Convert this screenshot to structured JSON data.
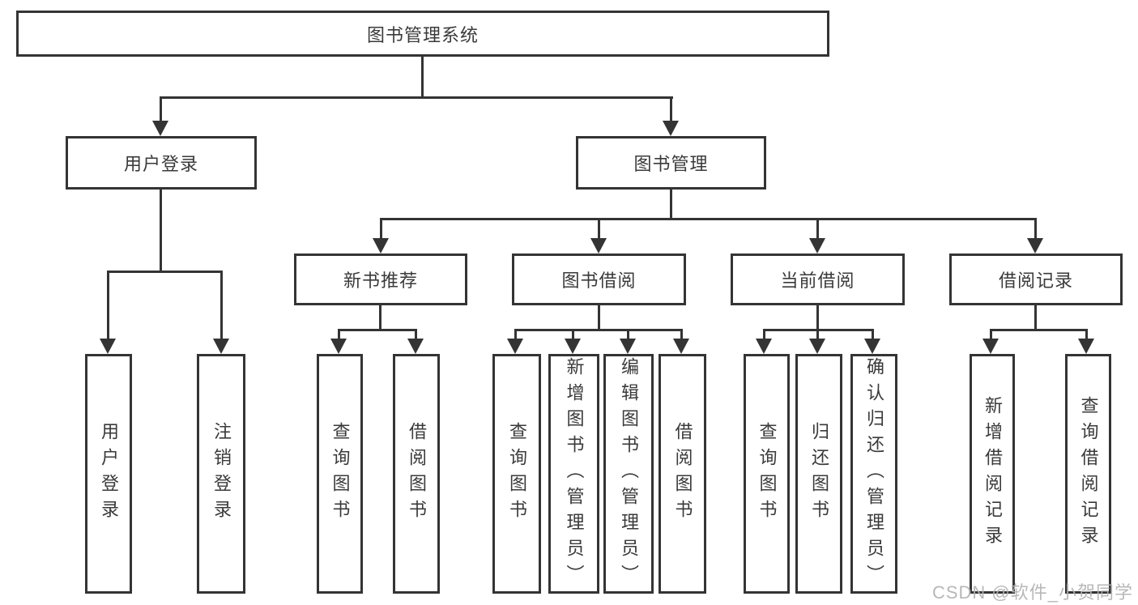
{
  "colors": {
    "line": "#343434",
    "text": "#3a3a3a",
    "watermark": "#b2b2b2",
    "background": "#ffffff"
  },
  "tree": {
    "root": {
      "label": "图书管理系统"
    },
    "level2": [
      {
        "label": "用户登录"
      },
      {
        "label": "图书管理"
      }
    ],
    "level3": [
      {
        "label": "新书推荐"
      },
      {
        "label": "图书借阅"
      },
      {
        "label": "当前借阅"
      },
      {
        "label": "借阅记录"
      }
    ],
    "leaves": {
      "user_login": [
        {
          "label": "用户登录"
        },
        {
          "label": "注销登录"
        }
      ],
      "new_book": [
        {
          "label": "查询图书"
        },
        {
          "label": "借阅图书"
        }
      ],
      "book_borrow": [
        {
          "label": "查询图书"
        },
        {
          "label": "新增图书（管理员）"
        },
        {
          "label": "编辑图书（管理员）"
        },
        {
          "label": "借阅图书"
        }
      ],
      "current_borrow": [
        {
          "label": "查询图书"
        },
        {
          "label": "归还图书"
        },
        {
          "label": "确认归还（管理员）"
        }
      ],
      "borrow_record": [
        {
          "label": "新增借阅记录"
        },
        {
          "label": "查询借阅记录"
        }
      ]
    }
  },
  "watermark": {
    "text": "CSDN @软件_小贺同学"
  }
}
